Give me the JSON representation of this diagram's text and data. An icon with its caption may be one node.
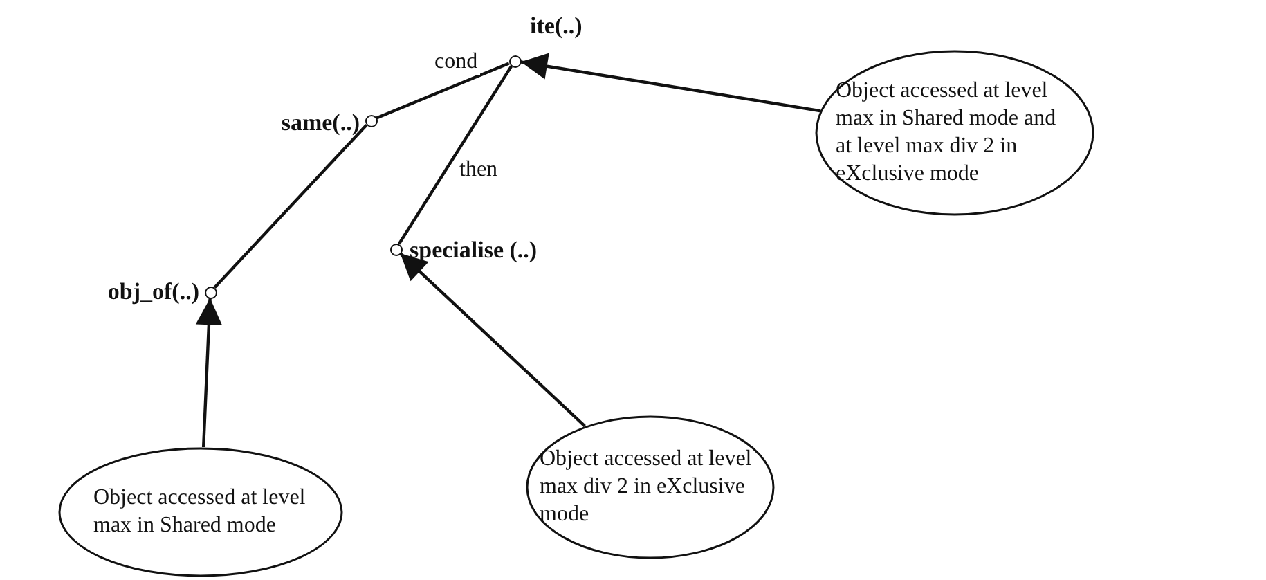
{
  "diagram": {
    "nodes": [
      {
        "text": [],
        "shape": "circle",
        "beside": [
          "ite(..)"
        ]
      },
      {
        "text": [],
        "shape": "circle",
        "beside": [
          "same(..)"
        ]
      },
      {
        "text": [],
        "shape": "circle",
        "beside": [
          "specialise (..)"
        ]
      },
      {
        "text": [],
        "shape": "circle",
        "beside": [
          "obj_of(..)"
        ]
      },
      {
        "text": [
          "Object accessed at level max in Shared mode and at level max div 2 in eXclusive mode"
        ]
      },
      {
        "text": [
          "Object accessed at level max in Shared mode"
        ]
      },
      {
        "text": [
          "Object accessed at level max div 2 in eXclusive mode"
        ]
      }
    ],
    "edges": [
      {
        "from": 0,
        "to": 1,
        "arrow": "none",
        "label": "cond"
      },
      {
        "from": 0,
        "to": 2,
        "arrow": "none",
        "label": "then"
      },
      {
        "from": 1,
        "to": 3,
        "arrow": "none"
      },
      {
        "from": 4,
        "to": 0,
        "arrow": "to"
      },
      {
        "from": 5,
        "to": 3,
        "arrow": "to"
      },
      {
        "from": 6,
        "to": 2,
        "arrow": "to"
      }
    ]
  }
}
